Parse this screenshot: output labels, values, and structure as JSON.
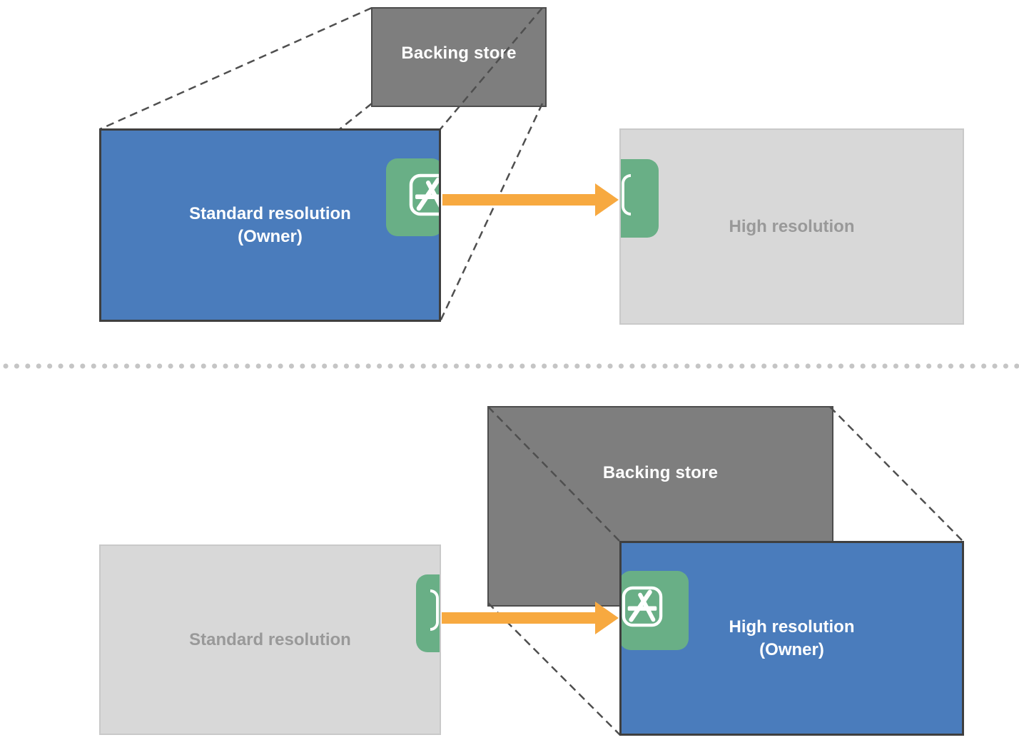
{
  "panels": {
    "top": {
      "backing_store_label": "Backing store",
      "left_box": {
        "line1": "Standard resolution",
        "line2": "(Owner)",
        "role": "owner"
      },
      "right_box": {
        "line1": "High resolution",
        "role": "destination"
      }
    },
    "bottom": {
      "backing_store_label": "Backing store",
      "left_box": {
        "line1": "Standard resolution",
        "role": "destination"
      },
      "right_box": {
        "line1": "High resolution",
        "line2": "(Owner)",
        "role": "owner"
      }
    }
  },
  "icons": {
    "app_icon_name": "app-store-icon"
  },
  "colors": {
    "owner_box_blue": "#4A7CBC",
    "standard_box_gray": "#D8D8D8",
    "backing_store_gray": "#7E7E7E",
    "app_icon_green": "#69AF86",
    "arrow_orange": "#F7A940",
    "muted_text_gray": "#999999",
    "dashed_line_gray": "#4F4F4F",
    "divider_dot_gray": "#C5C5C5"
  }
}
